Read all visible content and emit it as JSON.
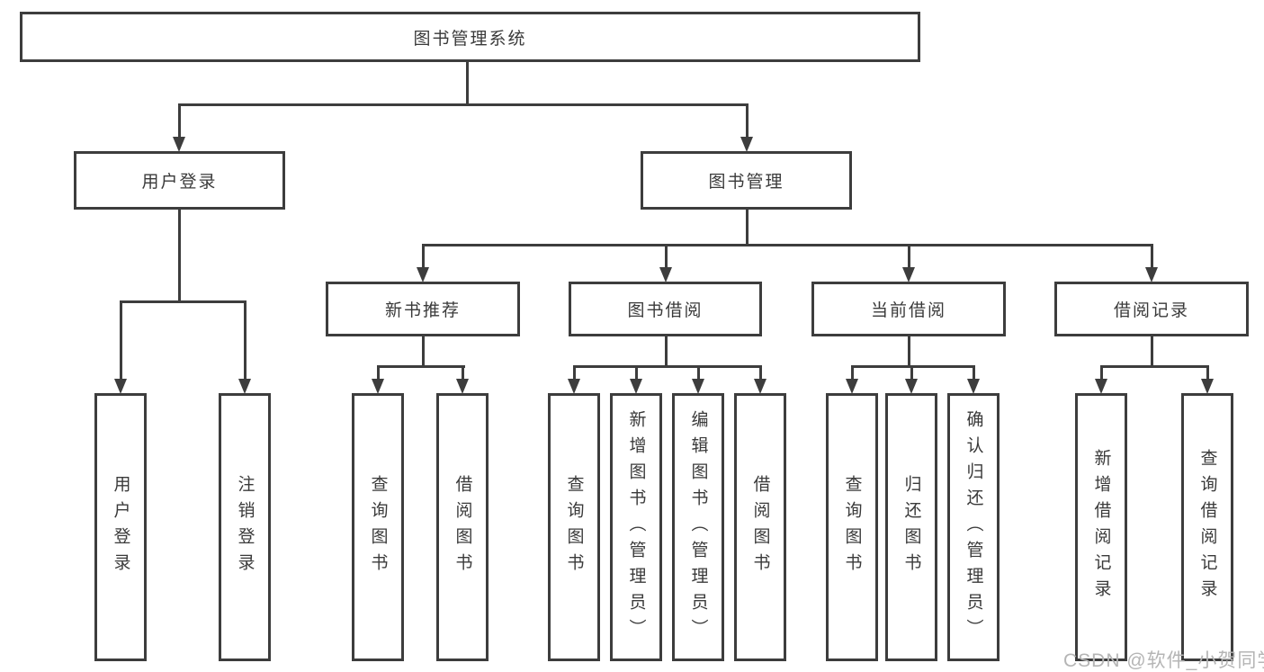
{
  "diagram": {
    "root": "图书管理系统",
    "branches": {
      "user_login": {
        "label": "用户登录",
        "children": [
          "用户登录",
          "注销登录"
        ]
      },
      "book_mgmt": {
        "label": "图书管理",
        "children": {
          "new_book_rec": {
            "label": "新书推荐",
            "children": [
              "查询图书",
              "借阅图书"
            ]
          },
          "book_borrow": {
            "label": "图书借阅",
            "children": [
              "查询图书",
              "新增图书（管理员）",
              "编辑图书（管理员）",
              "借阅图书"
            ]
          },
          "current_borrow": {
            "label": "当前借阅",
            "children": [
              "查询图书",
              "归还图书",
              "确认归还（管理员）"
            ]
          },
          "borrow_records": {
            "label": "借阅记录",
            "children": [
              "新增借阅记录",
              "查询借阅记录"
            ]
          }
        }
      }
    }
  },
  "watermark": "CSDN @软件_小贺同学",
  "colors": {
    "line": "#3d3d3d",
    "text": "#3a3a3a",
    "watermark": "#b5b5b5",
    "background": "#ffffff"
  }
}
